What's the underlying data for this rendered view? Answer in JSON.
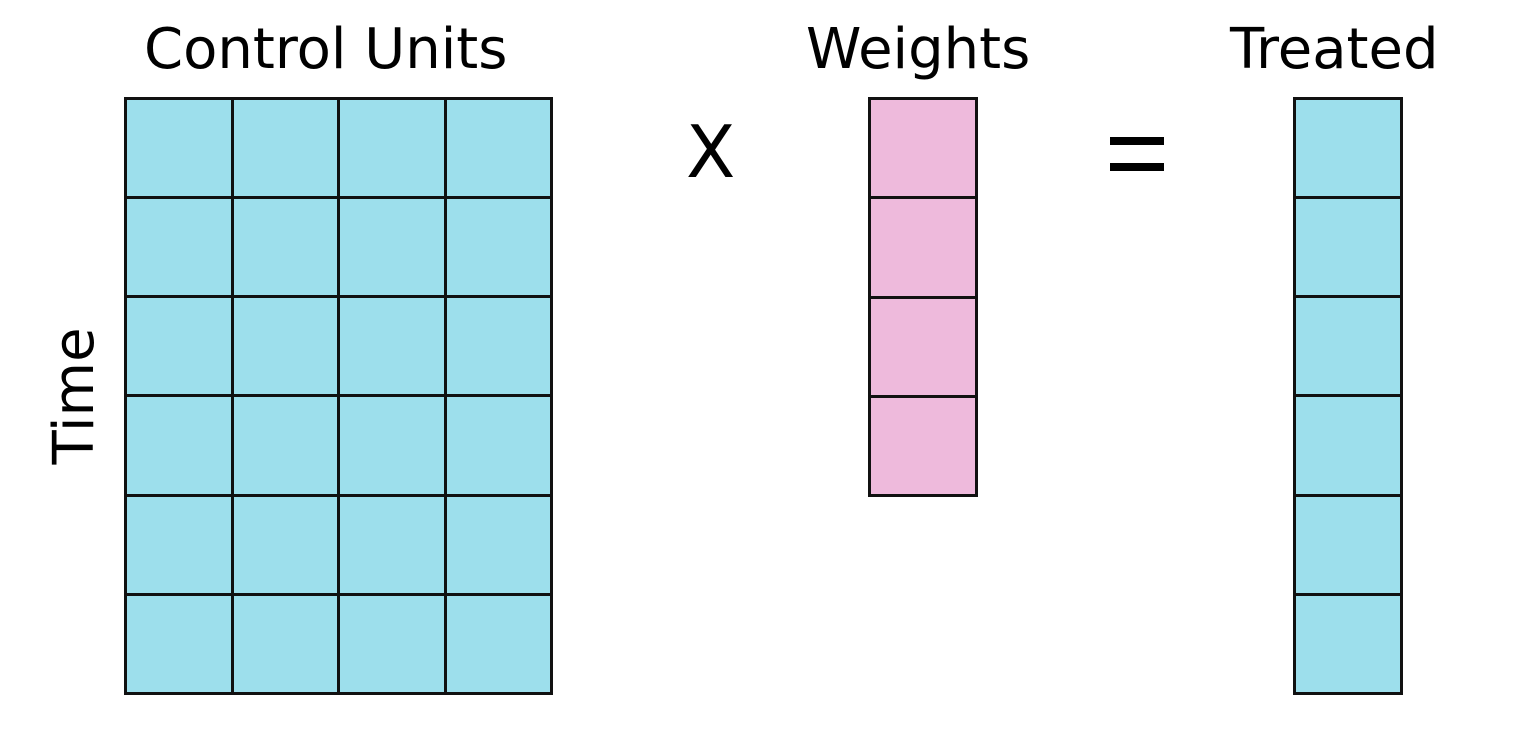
{
  "labels": {
    "control": "Control Units",
    "weights": "Weights",
    "treated": "Treated",
    "time": "Time"
  },
  "operators": {
    "times": "X"
  },
  "matrices": {
    "control": {
      "rows": 6,
      "cols": 4,
      "fill": "#9DDFEC"
    },
    "weights": {
      "rows": 4,
      "cols": 1,
      "fill": "#EEBADC"
    },
    "treated": {
      "rows": 6,
      "cols": 1,
      "fill": "#9DDFEC"
    }
  },
  "colors": {
    "border": "#111111",
    "text": "#000000",
    "background": "#ffffff"
  }
}
